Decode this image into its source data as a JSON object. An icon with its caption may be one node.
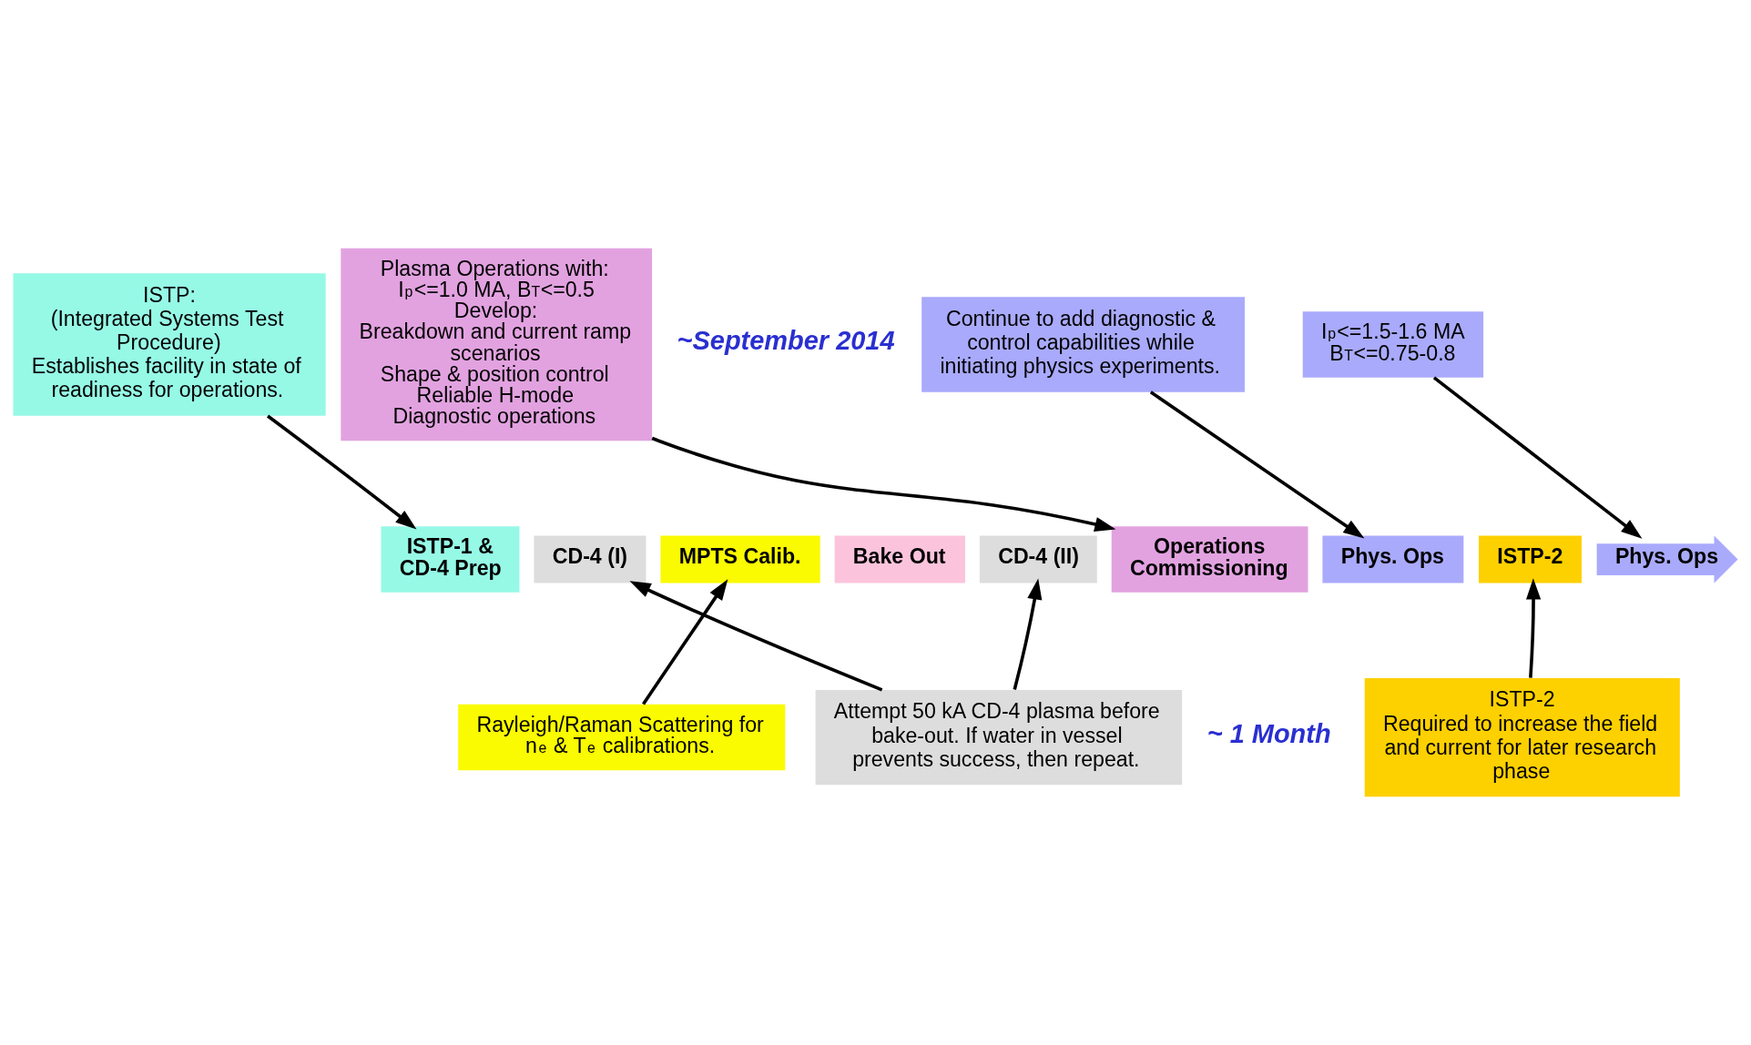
{
  "diagram": {
    "nodes": [
      {
        "text": [
          "ISTP:",
          "(Integrated Systems Test Procedure)",
          "Establishes facility in state of readiness for operations."
        ]
      },
      {
        "text": [
          "Plasma Operations with:",
          "I$_{p}$<=1.0 MA, B$_{T}$<=0.5",
          "Develop:",
          "Breakdown and current ramp scenarios",
          "Shape & position control",
          "Reliable H-mode",
          "Diagnostic operations"
        ]
      },
      {
        "text": [
          "Continue to add diagnostic & control capabilities while initiating physics experiments."
        ]
      },
      {
        "text": [
          "I$_{p}$<=1.5-1.6 MA",
          "B$_{T}$<=0.75-0.8"
        ]
      },
      {
        "text": [
          "ISTP-1 & CD-4 Prep"
        ]
      },
      {
        "text": [
          "CD-4 (I)"
        ]
      },
      {
        "text": [
          "MPTS Calib."
        ]
      },
      {
        "text": [
          "Bake Out"
        ]
      },
      {
        "text": [
          "CD-4 (II)"
        ]
      },
      {
        "text": [
          "Operations Commissioning"
        ]
      },
      {
        "text": [
          "Phys. Ops"
        ]
      },
      {
        "text": [
          "ISTP-2"
        ]
      },
      {
        "text": [
          "Phys. Ops"
        ]
      },
      {
        "text": [
          "Rayleigh/Raman Scattering for n$_{e}$ & T$_{e}$ calibrations."
        ]
      },
      {
        "text": [
          "ISTP-2",
          "Required to increase the field and current for later research phase"
        ]
      },
      {
        "text": [
          "Attempt 50 kA CD-4 plasma before bake-out. If water in vessel prevents success, then repeat."
        ]
      }
    ],
    "edges": [
      {
        "from": 0,
        "to": 4,
        "arrow": "to"
      },
      {
        "from": 1,
        "to": 9,
        "arrow": "to"
      },
      {
        "from": 2,
        "to": 10,
        "arrow": "to"
      },
      {
        "from": 3,
        "to": 12,
        "arrow": "to"
      },
      {
        "from": 15,
        "to": 5,
        "arrow": "to"
      },
      {
        "from": 13,
        "to": 6,
        "arrow": "to"
      },
      {
        "from": 15,
        "to": 8,
        "arrow": "to"
      },
      {
        "from": 14,
        "to": 11,
        "arrow": "to"
      }
    ],
    "labels": [
      "~September 2014",
      "~ 1 Month"
    ]
  }
}
